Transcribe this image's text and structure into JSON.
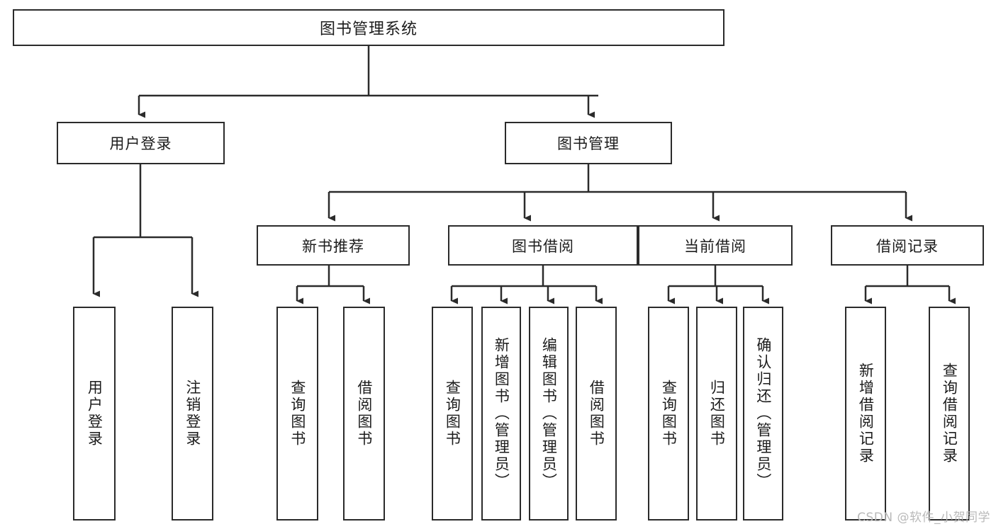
{
  "diagram": {
    "title": "图书管理系统",
    "type": "tree",
    "root": {
      "label": "图书管理系统"
    },
    "level2": [
      {
        "label": "用户登录"
      },
      {
        "label": "图书管理"
      }
    ],
    "level3": [
      {
        "label": "新书推荐"
      },
      {
        "label": "图书借阅"
      },
      {
        "label": "当前借阅"
      },
      {
        "label": "借阅记录"
      }
    ],
    "leaves": {
      "user_login": [
        {
          "label": "用户登录"
        },
        {
          "label": "注销登录"
        }
      ],
      "new_book_recommend": [
        {
          "label": "查询图书"
        },
        {
          "label": "借阅图书"
        }
      ],
      "book_borrow": [
        {
          "label": "查询图书"
        },
        {
          "label": "新增图书（管理员）"
        },
        {
          "label": "编辑图书（管理员）"
        },
        {
          "label": "借阅图书"
        }
      ],
      "current_borrow": [
        {
          "label": "查询图书"
        },
        {
          "label": "归还图书"
        },
        {
          "label": "确认归还（管理员）"
        }
      ],
      "borrow_record": [
        {
          "label": "新增借阅记录"
        },
        {
          "label": "查询借阅记录"
        }
      ]
    }
  },
  "watermark": {
    "text": "CSDN @软件_小贺同学"
  },
  "colors": {
    "stroke": "#2b2b2b",
    "background": "#ffffff",
    "text": "#1c1c1c",
    "watermark": "#b9b9b9"
  }
}
